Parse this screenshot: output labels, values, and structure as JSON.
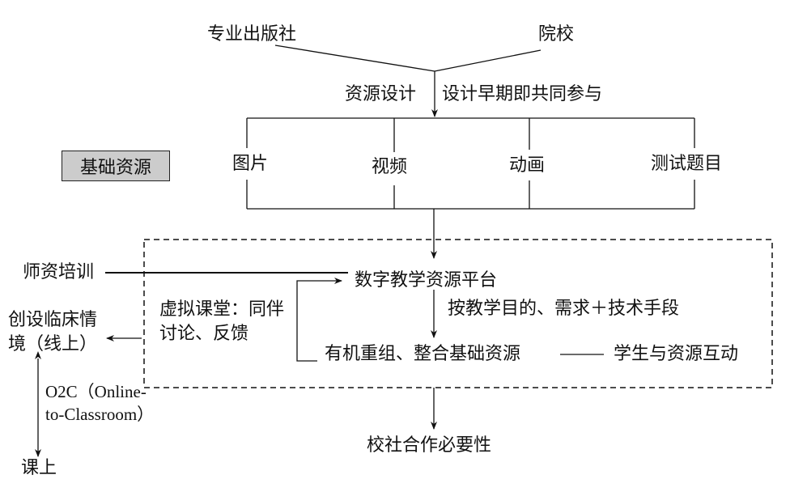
{
  "diagram": {
    "sources": {
      "publisher": "专业出版社",
      "college": "院校"
    },
    "design_labels": {
      "left": "资源设计",
      "right": "设计早期即共同参与"
    },
    "base_resources": {
      "label": "基础资源",
      "fill_color": "#cccccc",
      "items": [
        "图片",
        "视频",
        "动画",
        "测试题目"
      ]
    },
    "platform": {
      "title": "数字教学资源平台",
      "method": "按教学目的、需求＋技术手段",
      "reorganize": "有机重组、整合基础资源",
      "interaction": "学生与资源互动",
      "virtual_classroom": "虚拟课堂：同伴讨论、反馈"
    },
    "left_side": {
      "teacher_training": "师资培训",
      "clinical_scene": "创设临床情境（线上）",
      "o2c": "O2C（Online-to-Classroom）",
      "offline": "课上"
    },
    "conclusion": "校社合作必要性"
  }
}
